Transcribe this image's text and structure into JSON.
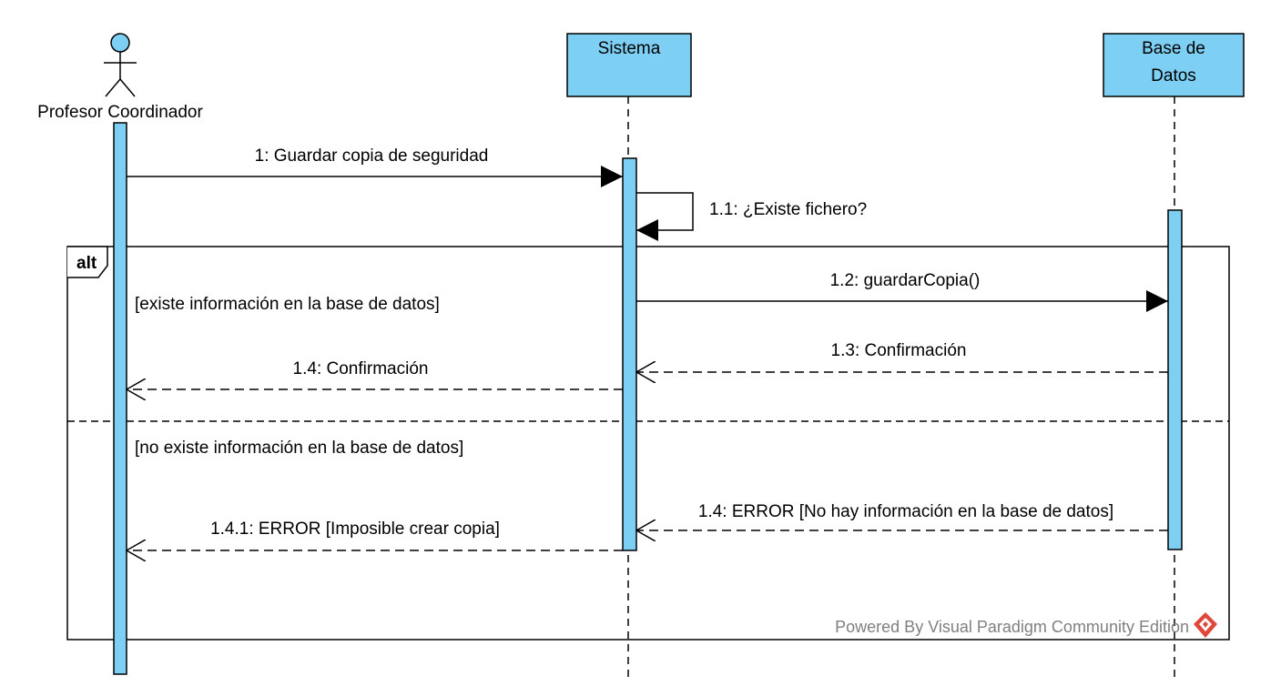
{
  "lifelines": {
    "actor": {
      "name": "Profesor Coordinador"
    },
    "sistema": {
      "name": "Sistema"
    },
    "bd": {
      "name_line1": "Base de",
      "name_line2": "Datos"
    }
  },
  "messages": {
    "m1": "1: Guardar copia de seguridad",
    "m1_1": "1.1: ¿Existe fichero?",
    "m1_2": "1.2: guardarCopia()",
    "m1_3": "1.3: Confirmación",
    "m1_4": "1.4: Confirmación",
    "m1_4_err": "1.4: ERROR [No hay información en la base de  datos]",
    "m1_4_1": "1.4.1: ERROR [Imposible crear copia]"
  },
  "fragment": {
    "operator": "alt",
    "guard1": "[existe información en la base de datos]",
    "guard2": "[no existe información en la base de datos]"
  },
  "watermark": "Powered By Visual Paradigm Community Edition",
  "colors": {
    "lifeline_fill": "#7ecff4",
    "stroke": "#000000",
    "watermark_text": "#808080",
    "logo": "#e0463a"
  }
}
